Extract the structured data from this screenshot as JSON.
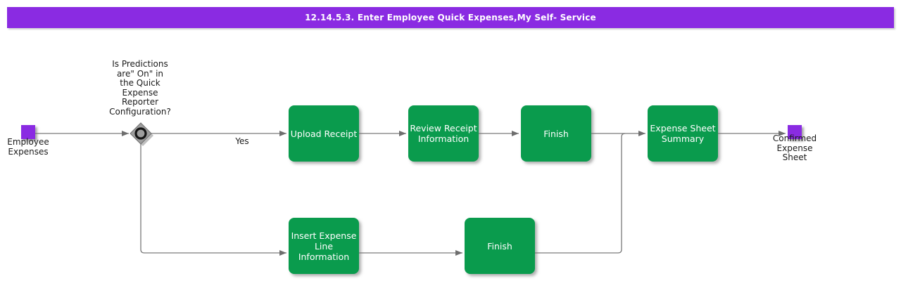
{
  "header": {
    "title": "12.14.5.3. Enter Employee Quick Expenses,My Self- Service"
  },
  "colors": {
    "header_purple": "#8A2BE2",
    "task_green": "#0A9B4D",
    "line_gray": "#7a7a7a",
    "diamond_gray": "#9e9e9e",
    "background": "#ffffff"
  },
  "flowchart": {
    "start_label": "Employee\nExpenses",
    "end_label": "Confirmed\nExpense\nSheet",
    "decision_label": "Is Predictions\nare\" On\" in\nthe Quick\nExpense\nReporter\nConfiguration?",
    "yes_label": "Yes",
    "nodes": {
      "upload_receipt": "Upload Receipt",
      "review_receipt": "Review Receipt\nInformation",
      "finish_top": "Finish",
      "expense_sheet_summary": "Expense Sheet\nSummary",
      "insert_expense": "Insert Expense\nLine Information",
      "finish_bottom": "Finish"
    }
  }
}
